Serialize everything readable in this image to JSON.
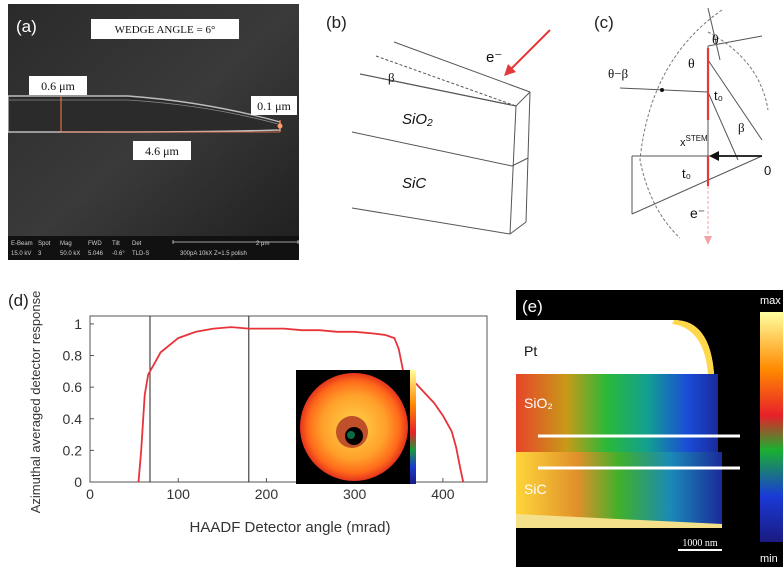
{
  "panels": {
    "a": {
      "label": "(a)",
      "wedge_angle": "WEDGE ANGLE = 6°",
      "thick": "0.6 μm",
      "tip": "0.1 μm",
      "length": "4.6 μm",
      "sem_info": {
        "row1": [
          "E-Beam",
          "Spot",
          "Mag",
          "FWD",
          "Tilt",
          "Det",
          "2 μm"
        ],
        "row2": [
          "15.0 kV",
          "3",
          "50.0 kX",
          "5.046",
          "-0.6°",
          "TLD-S",
          "300pA 10kX Z=1.5 polish"
        ]
      }
    },
    "b": {
      "label": "(b)",
      "beta": "β",
      "electron": "e⁻",
      "layer1": "SiO₂",
      "layer2": "SiC"
    },
    "c": {
      "label": "(c)",
      "theta_top": "θ",
      "theta_inner": "θ",
      "theta_minus_beta": "θ−β",
      "t0_top": "t₀",
      "xstem": "xSTEM",
      "beta": "β",
      "zero": "0",
      "t0_bottom": "t₀",
      "electron": "e⁻"
    },
    "d": {
      "label": "(d)",
      "colors": {
        "curve": "#e8333a",
        "vline": "#222222"
      }
    },
    "e": {
      "label": "(e)",
      "pt": "Pt",
      "sio2": "SiO₂",
      "sic": "SiC",
      "scale_bar": "1000 nm",
      "max": "max",
      "min": "min"
    }
  },
  "chart_data": {
    "type": "line",
    "title": "",
    "xlabel": "HAADF Detector angle (mrad)",
    "ylabel": "Azimuthal averaged detector response",
    "xlim": [
      0,
      450
    ],
    "ylim": [
      0,
      1.05
    ],
    "xticks": [
      0,
      100,
      200,
      300,
      400
    ],
    "yticks": [
      0,
      0.2,
      0.4,
      0.6,
      0.8,
      1
    ],
    "vlines": [
      68,
      180
    ],
    "series": [
      {
        "x": [
          55,
          58,
          62,
          66,
          70,
          80,
          100,
          120,
          140,
          160,
          180,
          200,
          220,
          240,
          260,
          280,
          300,
          320,
          335,
          345,
          350,
          355,
          360,
          370,
          380,
          390,
          400,
          410,
          415,
          420,
          423
        ],
        "y": [
          0,
          0.2,
          0.55,
          0.68,
          0.72,
          0.82,
          0.91,
          0.95,
          0.97,
          0.98,
          0.97,
          0.97,
          0.97,
          0.96,
          0.96,
          0.95,
          0.95,
          0.94,
          0.93,
          0.91,
          0.84,
          0.7,
          0.66,
          0.62,
          0.56,
          0.5,
          0.42,
          0.32,
          0.22,
          0.08,
          0
        ]
      }
    ]
  }
}
